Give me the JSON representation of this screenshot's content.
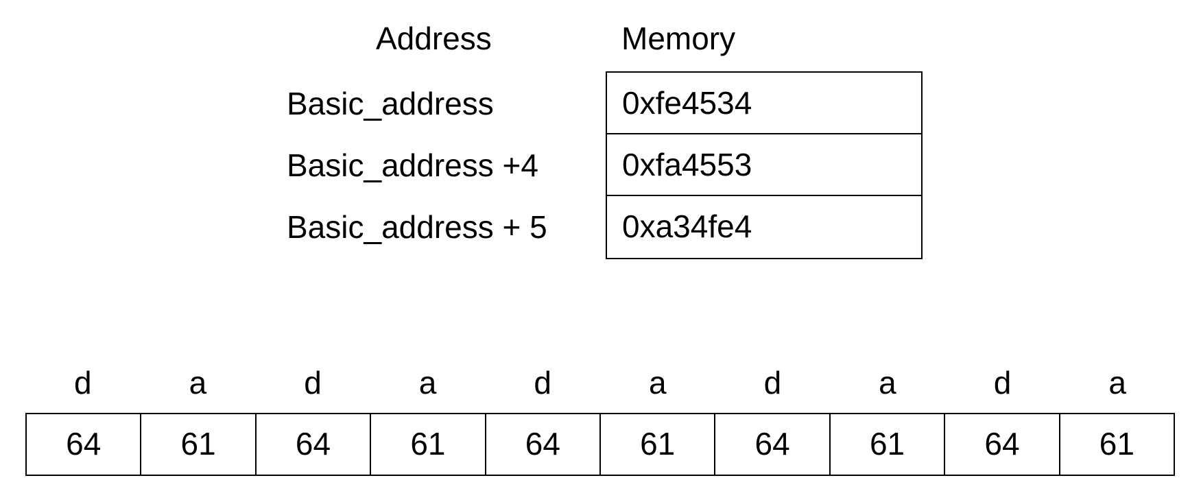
{
  "headers": {
    "address": "Address",
    "memory": "Memory"
  },
  "rows": [
    {
      "address": "Basic_address",
      "value": "0xfe4534"
    },
    {
      "address": "Basic_address +4",
      "value": "0xfa4553"
    },
    {
      "address": "Basic_address + 5",
      "value": "0xa34fe4"
    }
  ],
  "bytes": {
    "chars": [
      "d",
      "a",
      "d",
      "a",
      "d",
      "a",
      "d",
      "a",
      "d",
      "a"
    ],
    "hex": [
      "64",
      "61",
      "64",
      "61",
      "64",
      "61",
      "64",
      "61",
      "64",
      "61"
    ]
  }
}
